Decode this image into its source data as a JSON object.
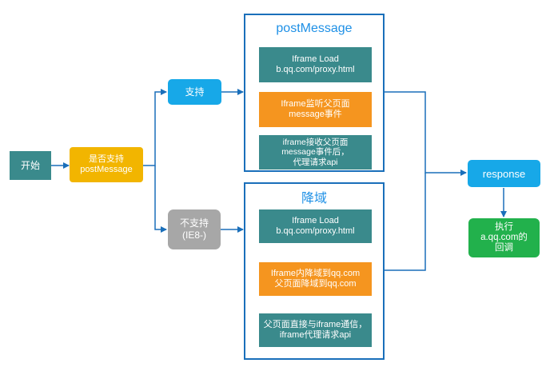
{
  "nodes": {
    "start": "开始",
    "decision": "是否支持\npostMessage",
    "supported": "支持",
    "unsupported": "不支持\n(IE8-)",
    "response": "response",
    "callback": "执行\na.qq.com的\n回调"
  },
  "panel_postmessage": {
    "title": "postMessage",
    "steps": [
      "Iframe Load\nb.qq.com/proxy.html",
      "Iframe监听父页面\nmessage事件",
      "iframe接收父页面\nmessage事件后，\n代理请求api"
    ]
  },
  "panel_domain": {
    "title": "降域",
    "steps": [
      "Iframe Load\nb.qq.com/proxy.html",
      "Iframe内降域到qq.com\n父页面降域到qq.com",
      "父页面直接与iframe通信，\niframe代理请求api"
    ]
  },
  "colors": {
    "teal": "#3a8a8c",
    "orange": "#f5951f",
    "gold": "#f2b500",
    "sky": "#17a8e8",
    "gray": "#a7a7a7",
    "green": "#22b14c",
    "connector": "#1a6fba"
  }
}
